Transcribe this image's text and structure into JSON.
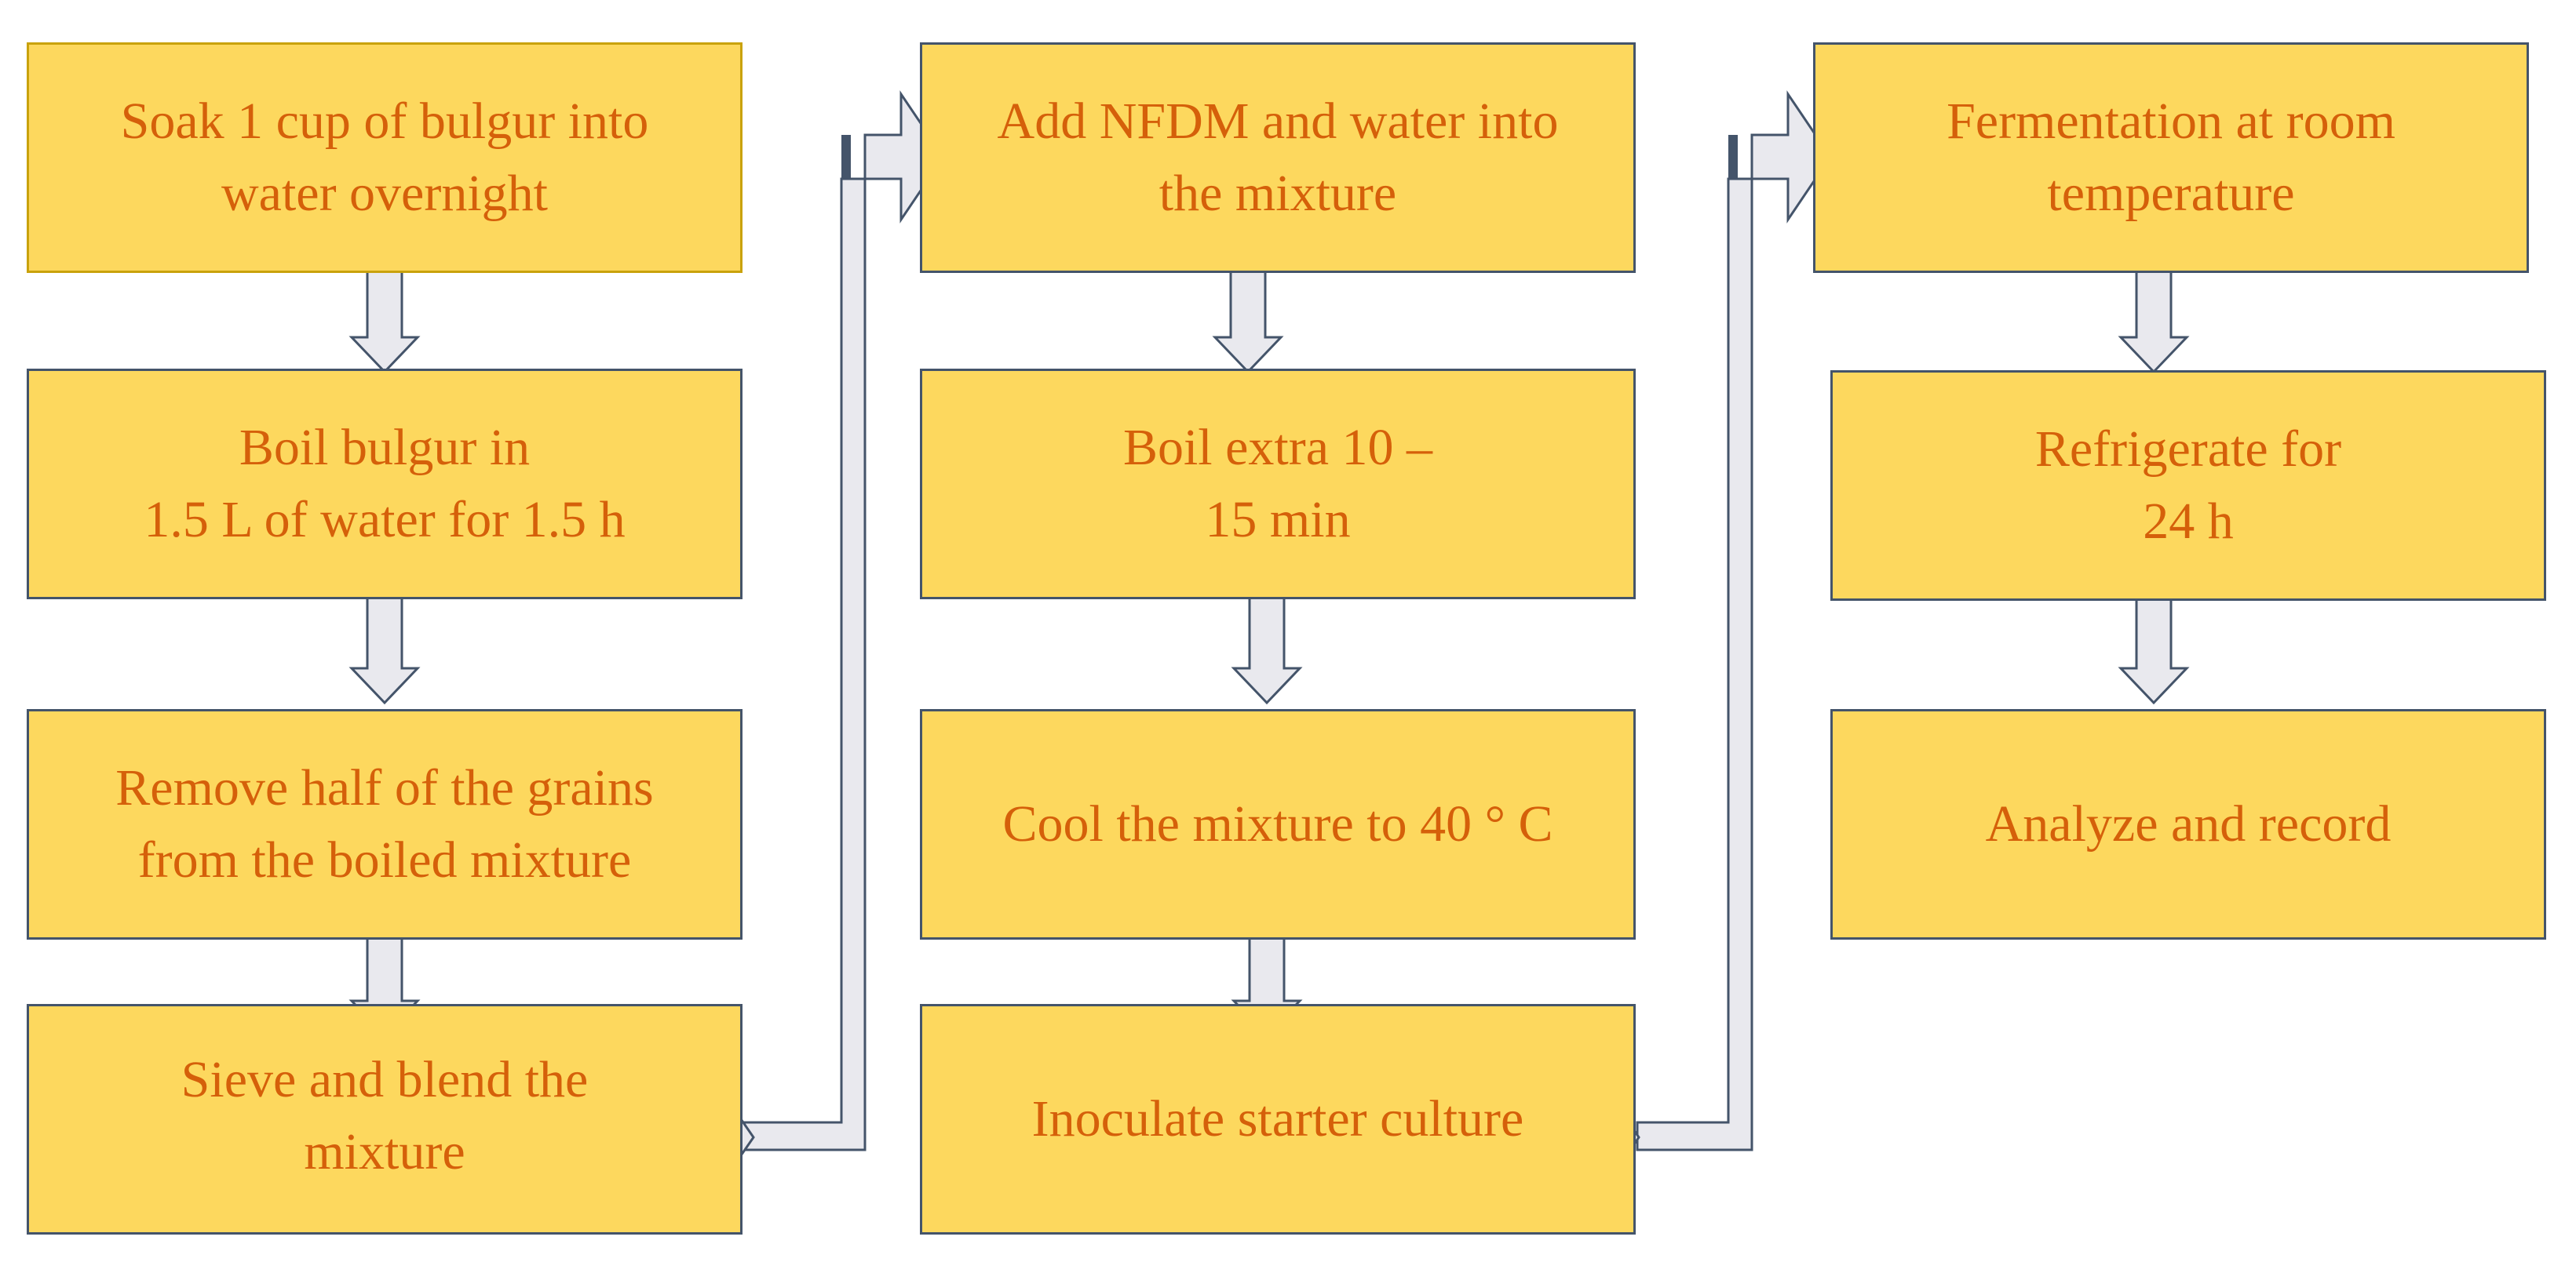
{
  "diagram": {
    "columns": [
      {
        "steps": [
          {
            "id": "soak",
            "label": "Soak 1 cup of bulgur into\nwater overnight"
          },
          {
            "id": "boil-bulgur",
            "label": "Boil bulgur in\n1.5 L of water for 1.5 h"
          },
          {
            "id": "remove-grains",
            "label": "Remove half of the grains\nfrom the boiled mixture"
          },
          {
            "id": "sieve-blend",
            "label": "Sieve and blend the\nmixture"
          }
        ]
      },
      {
        "steps": [
          {
            "id": "add-nfdm",
            "label": "Add NFDM and water into\nthe mixture"
          },
          {
            "id": "boil-extra",
            "label": "Boil extra 10 –\n15 min"
          },
          {
            "id": "cool",
            "label": "Cool the mixture to 40 ° C"
          },
          {
            "id": "inoculate",
            "label": "Inoculate starter culture"
          }
        ]
      },
      {
        "steps": [
          {
            "id": "fermentation",
            "label": "Fermentation at room\ntemperature"
          },
          {
            "id": "refrigerate",
            "label": "Refrigerate for\n24 h"
          },
          {
            "id": "analyze",
            "label": "Analyze and record"
          }
        ]
      }
    ],
    "colors": {
      "box_fill": "#fdd85e",
      "box_border": "#44546a",
      "text": "#d5600a",
      "arrow_fill": "#e9e9ee",
      "arrow_stroke": "#44546a"
    }
  }
}
